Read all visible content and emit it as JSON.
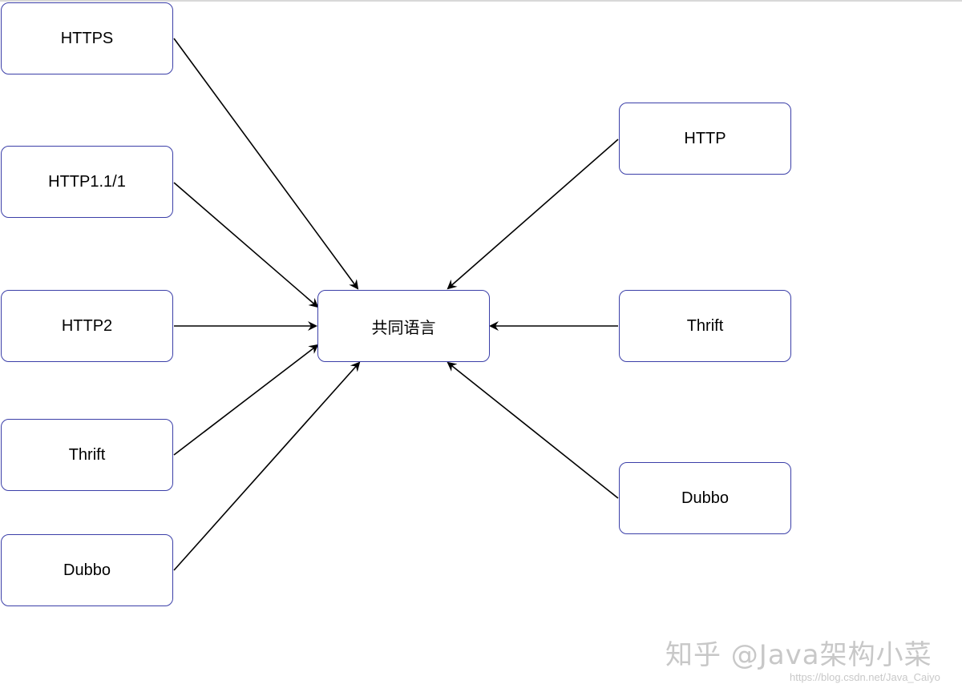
{
  "nodes": {
    "https": "HTTPS",
    "http11": "HTTP1.1/1",
    "http2": "HTTP2",
    "thrift_left": "Thrift",
    "dubbo_left": "Dubbo",
    "center": "共同语言",
    "http": "HTTP",
    "thrift_right": "Thrift",
    "dubbo_right": "Dubbo"
  },
  "edges": [
    {
      "from": "https",
      "to": "center"
    },
    {
      "from": "http11",
      "to": "center"
    },
    {
      "from": "http2",
      "to": "center"
    },
    {
      "from": "thrift_left",
      "to": "center"
    },
    {
      "from": "dubbo_left",
      "to": "center"
    },
    {
      "from": "http",
      "to": "center"
    },
    {
      "from": "thrift_right",
      "to": "center"
    },
    {
      "from": "dubbo_right",
      "to": "center"
    }
  ],
  "watermark": {
    "main": "知乎 @Java架构小菜",
    "url": "https://blog.csdn.net/Java_Caiyo"
  },
  "colors": {
    "node_border": "#3b3fa8",
    "arrow": "#000000",
    "watermark": "#c8c8c8"
  }
}
